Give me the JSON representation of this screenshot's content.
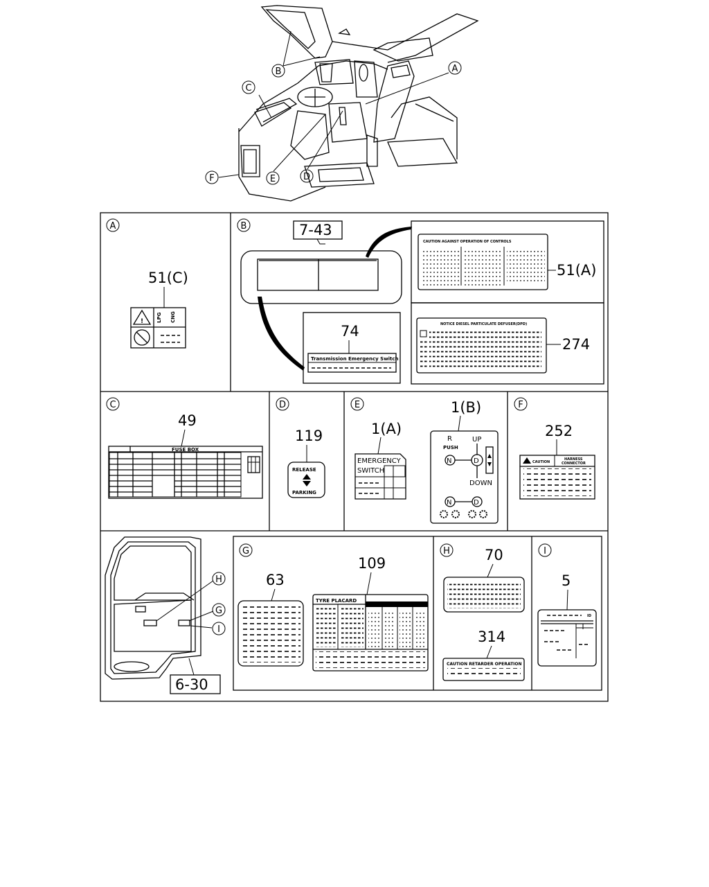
{
  "overview": {
    "callouts": [
      "A",
      "B",
      "C",
      "D",
      "E",
      "F"
    ]
  },
  "panels": {
    "a": {
      "letter": "A",
      "part": "51(C)"
    },
    "b": {
      "letter": "B",
      "ref": "7-43",
      "part_74": "74",
      "label_74_text": "Transmission Emergency Switch",
      "part_51a": "51(A)",
      "label_51a_title": "CAUTION AGAINST OPERATION OF CONTROLS",
      "part_274": "274",
      "label_274_title": "NOTICE DIESEL PARTICULATE DEFUSER(DPD)"
    },
    "c": {
      "letter": "C",
      "part": "49",
      "label_title": "FUSE BOX"
    },
    "d": {
      "letter": "D",
      "part": "119",
      "release": "RELEASE",
      "parking": "PARKING"
    },
    "e": {
      "letter": "E",
      "part_1a": "1(A)",
      "emergency": "EMERGENCY",
      "switch": "SWITCH",
      "part_1b": "1(B)",
      "r": "R",
      "push": "PUSH",
      "up": "UP",
      "down": "DOWN",
      "n": "N",
      "d": "D"
    },
    "f": {
      "letter": "F",
      "part": "252",
      "caution": "CAUTION",
      "harness": "HARNESS",
      "connector": "CONNECTOR"
    },
    "door": {
      "ref": "6-30",
      "callouts": [
        "H",
        "G",
        "I"
      ]
    },
    "g": {
      "letter": "G",
      "part_63": "63",
      "part_109": "109",
      "tyre_placard": "TYRE PLACARD"
    },
    "h": {
      "letter": "H",
      "part_70": "70",
      "part_314": "314",
      "label_314_text": "CAUTION RETARDER OPERATION"
    },
    "i": {
      "letter": "I",
      "part": "5"
    }
  }
}
